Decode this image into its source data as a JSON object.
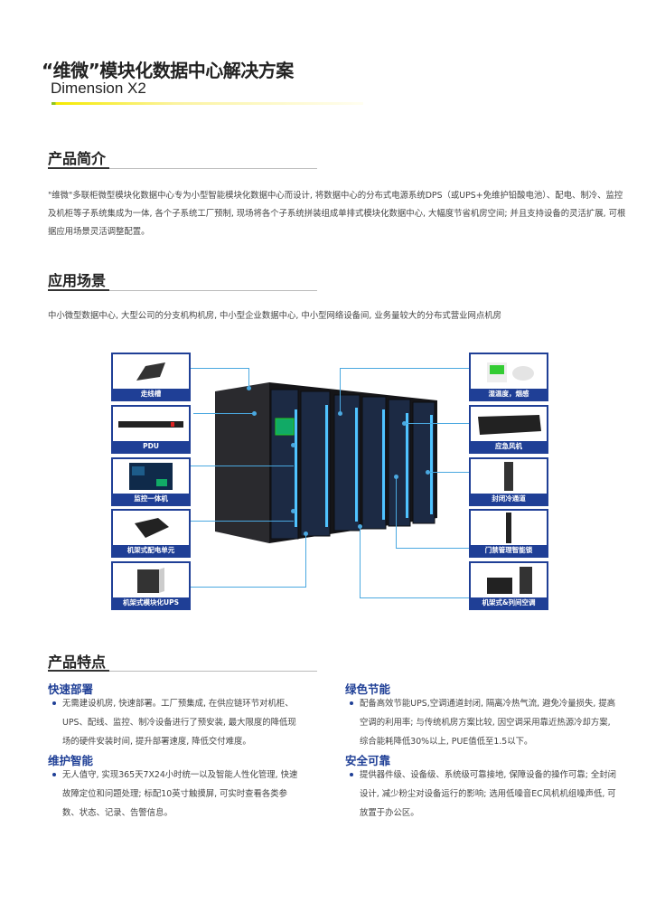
{
  "header": {
    "title": "“维微”模块化数据中心解决方案",
    "subtitle": "Dimension X2"
  },
  "intro": {
    "heading": "产品简介",
    "text": "\"维微\"多联柜微型模块化数据中心专为小型智能模块化数据中心而设计, 将数据中心的分布式电源系统DPS（或UPS+免维护铅酸电池）、配电、制冷、监控及机柜等子系统集成为一体, 各个子系统工厂预制, 现场将各个子系统拼装组成单排式模块化数据中心, 大幅度节省机房空间; 并且支持设备的灵活扩展, 可根据应用场景灵活调整配置。"
  },
  "scenario": {
    "heading": "应用场景",
    "text": "中小微型数据中心, 大型公司的分支机构机房, 中小型企业数据中心, 中小型网络设备间, 业务量较大的分布式营业网点机房"
  },
  "diagram": {
    "left": [
      "走线槽",
      "PDU",
      "监控一体机",
      "机架式配电单元",
      "机架式模块化UPS"
    ],
    "right": [
      "湿温度，烟感",
      "应急风机",
      "封闭冷通道",
      "门禁管理智能锁",
      "机架式&列间空调"
    ]
  },
  "features": {
    "heading": "产品特点",
    "items": [
      {
        "title": "快速部署",
        "text": "无需建设机房, 快速部署。工厂预集成, 在供应链环节对机柜、UPS、配线、监控、制冷设备进行了预安装, 最大限度的降低现场的硬件安装时间, 提升部署速度, 降低交付难度。"
      },
      {
        "title": "绿色节能",
        "text": "配备高效节能UPS,空调通道封闭, 隔离冷热气流, 避免冷量损失, 提高空调的利用率; 与传统机房方案比较, 因空调采用靠近热源冷却方案, 综合能耗降低30%以上, PUE值低至1.5以下。"
      },
      {
        "title": "维护智能",
        "text": "无人值守, 实现365天7X24小时统一以及智能人性化管理, 快速故障定位和问题处理; 标配10英寸触摸屏, 可实时查看各类参数、状态、记录、告警信息。"
      },
      {
        "title": "安全可靠",
        "text": "提供器件级、设备级、系统级可靠接地, 保障设备的操作可靠; 全封闭设计, 减少粉尘对设备运行的影响; 选用低噪音EC风机机组噪声低, 可放置于办公区。"
      }
    ]
  },
  "colors": {
    "accent": "#1f3f96",
    "line": "#4aa8e0"
  }
}
